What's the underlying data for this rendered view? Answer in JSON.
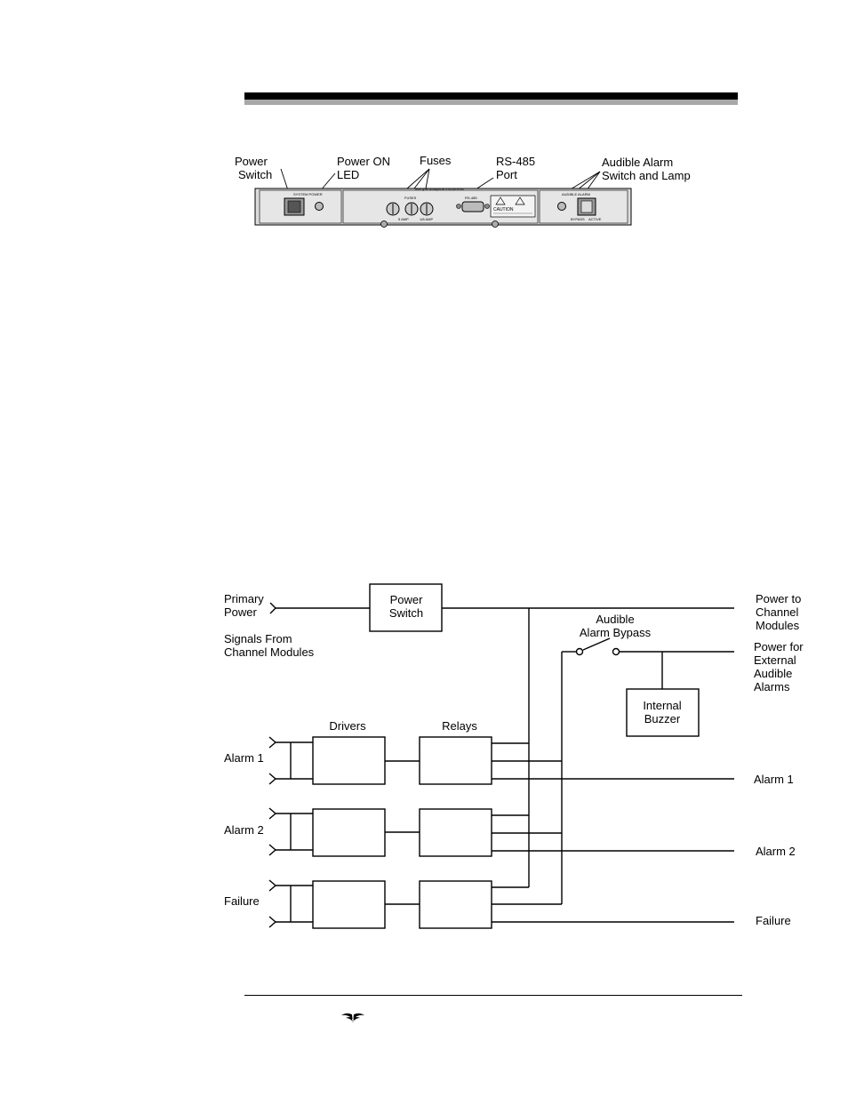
{
  "panel": {
    "callouts": {
      "power_switch": [
        "Power",
        "Switch"
      ],
      "power_on_led": [
        "Power ON",
        "LED"
      ],
      "fuses": "Fuses",
      "rs485": [
        "RS-485",
        "Port"
      ],
      "audible_alarm": [
        "Audible Alarm",
        "Switch and Lamp"
      ]
    },
    "markings": {
      "system_power": "SYSTEM POWER",
      "fuses": "FUSES",
      "brand": "Teledyne Analytical Instruments",
      "rs485": "RS-485",
      "caution": "CAUTION",
      "amp1": "5 AMP",
      "amp2": "1/8 AMP",
      "audible_alarm": "AUDIBLE ALARM",
      "bypass": "BYPASS",
      "active": "ACTIVE"
    }
  },
  "diagram": {
    "primary_power": [
      "Primary",
      "Power"
    ],
    "power_switch": [
      "Power",
      "Switch"
    ],
    "power_to_modules": [
      "Power to",
      "Channel",
      "Modules"
    ],
    "signals_from": [
      "Signals From",
      "Channel Modules"
    ],
    "alarm_bypass": [
      "Audible",
      "Alarm Bypass"
    ],
    "power_for_external": [
      "Power for",
      "External",
      "Audible",
      "Alarms"
    ],
    "internal_buzzer": [
      "Internal",
      "Buzzer"
    ],
    "drivers": "Drivers",
    "relays": "Relays",
    "inputs": [
      "Alarm 1",
      "Alarm 2",
      "Failure"
    ],
    "outputs": [
      "Alarm 1",
      "Alarm 2",
      "Failure"
    ]
  }
}
